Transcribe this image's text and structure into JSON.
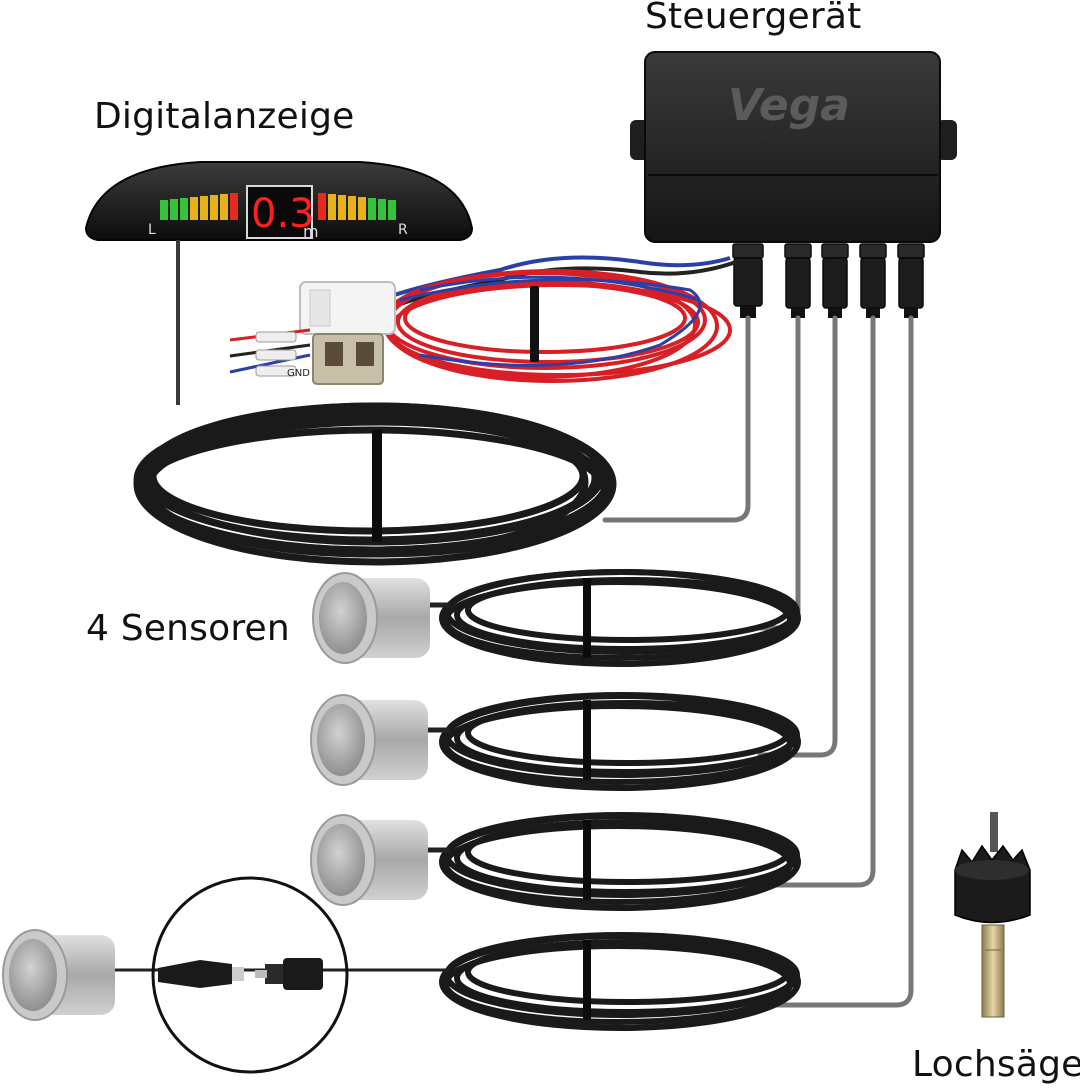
{
  "labels": {
    "control_unit": "Steuergerät",
    "display": "Digitalanzeige",
    "sensors": "4 Sensoren",
    "hole_saw": "Lochsäge"
  },
  "display": {
    "reading": "0.3",
    "unit": "m",
    "left": "L",
    "right": "R"
  },
  "control_unit": {
    "brand": "Vega"
  },
  "wiring": {
    "fuse_tag": "GND"
  },
  "colors": {
    "cable": "#1a1a1a",
    "power_cable": "#d81f26",
    "led_green": "#36c23b",
    "led_yellow": "#e6b21c",
    "led_red": "#e52a1f",
    "sensor": "#b9b9b9"
  },
  "icons": [
    "control-unit",
    "digital-display",
    "ultrasonic-sensor",
    "hole-saw",
    "connector-plug",
    "fuse-holder"
  ]
}
